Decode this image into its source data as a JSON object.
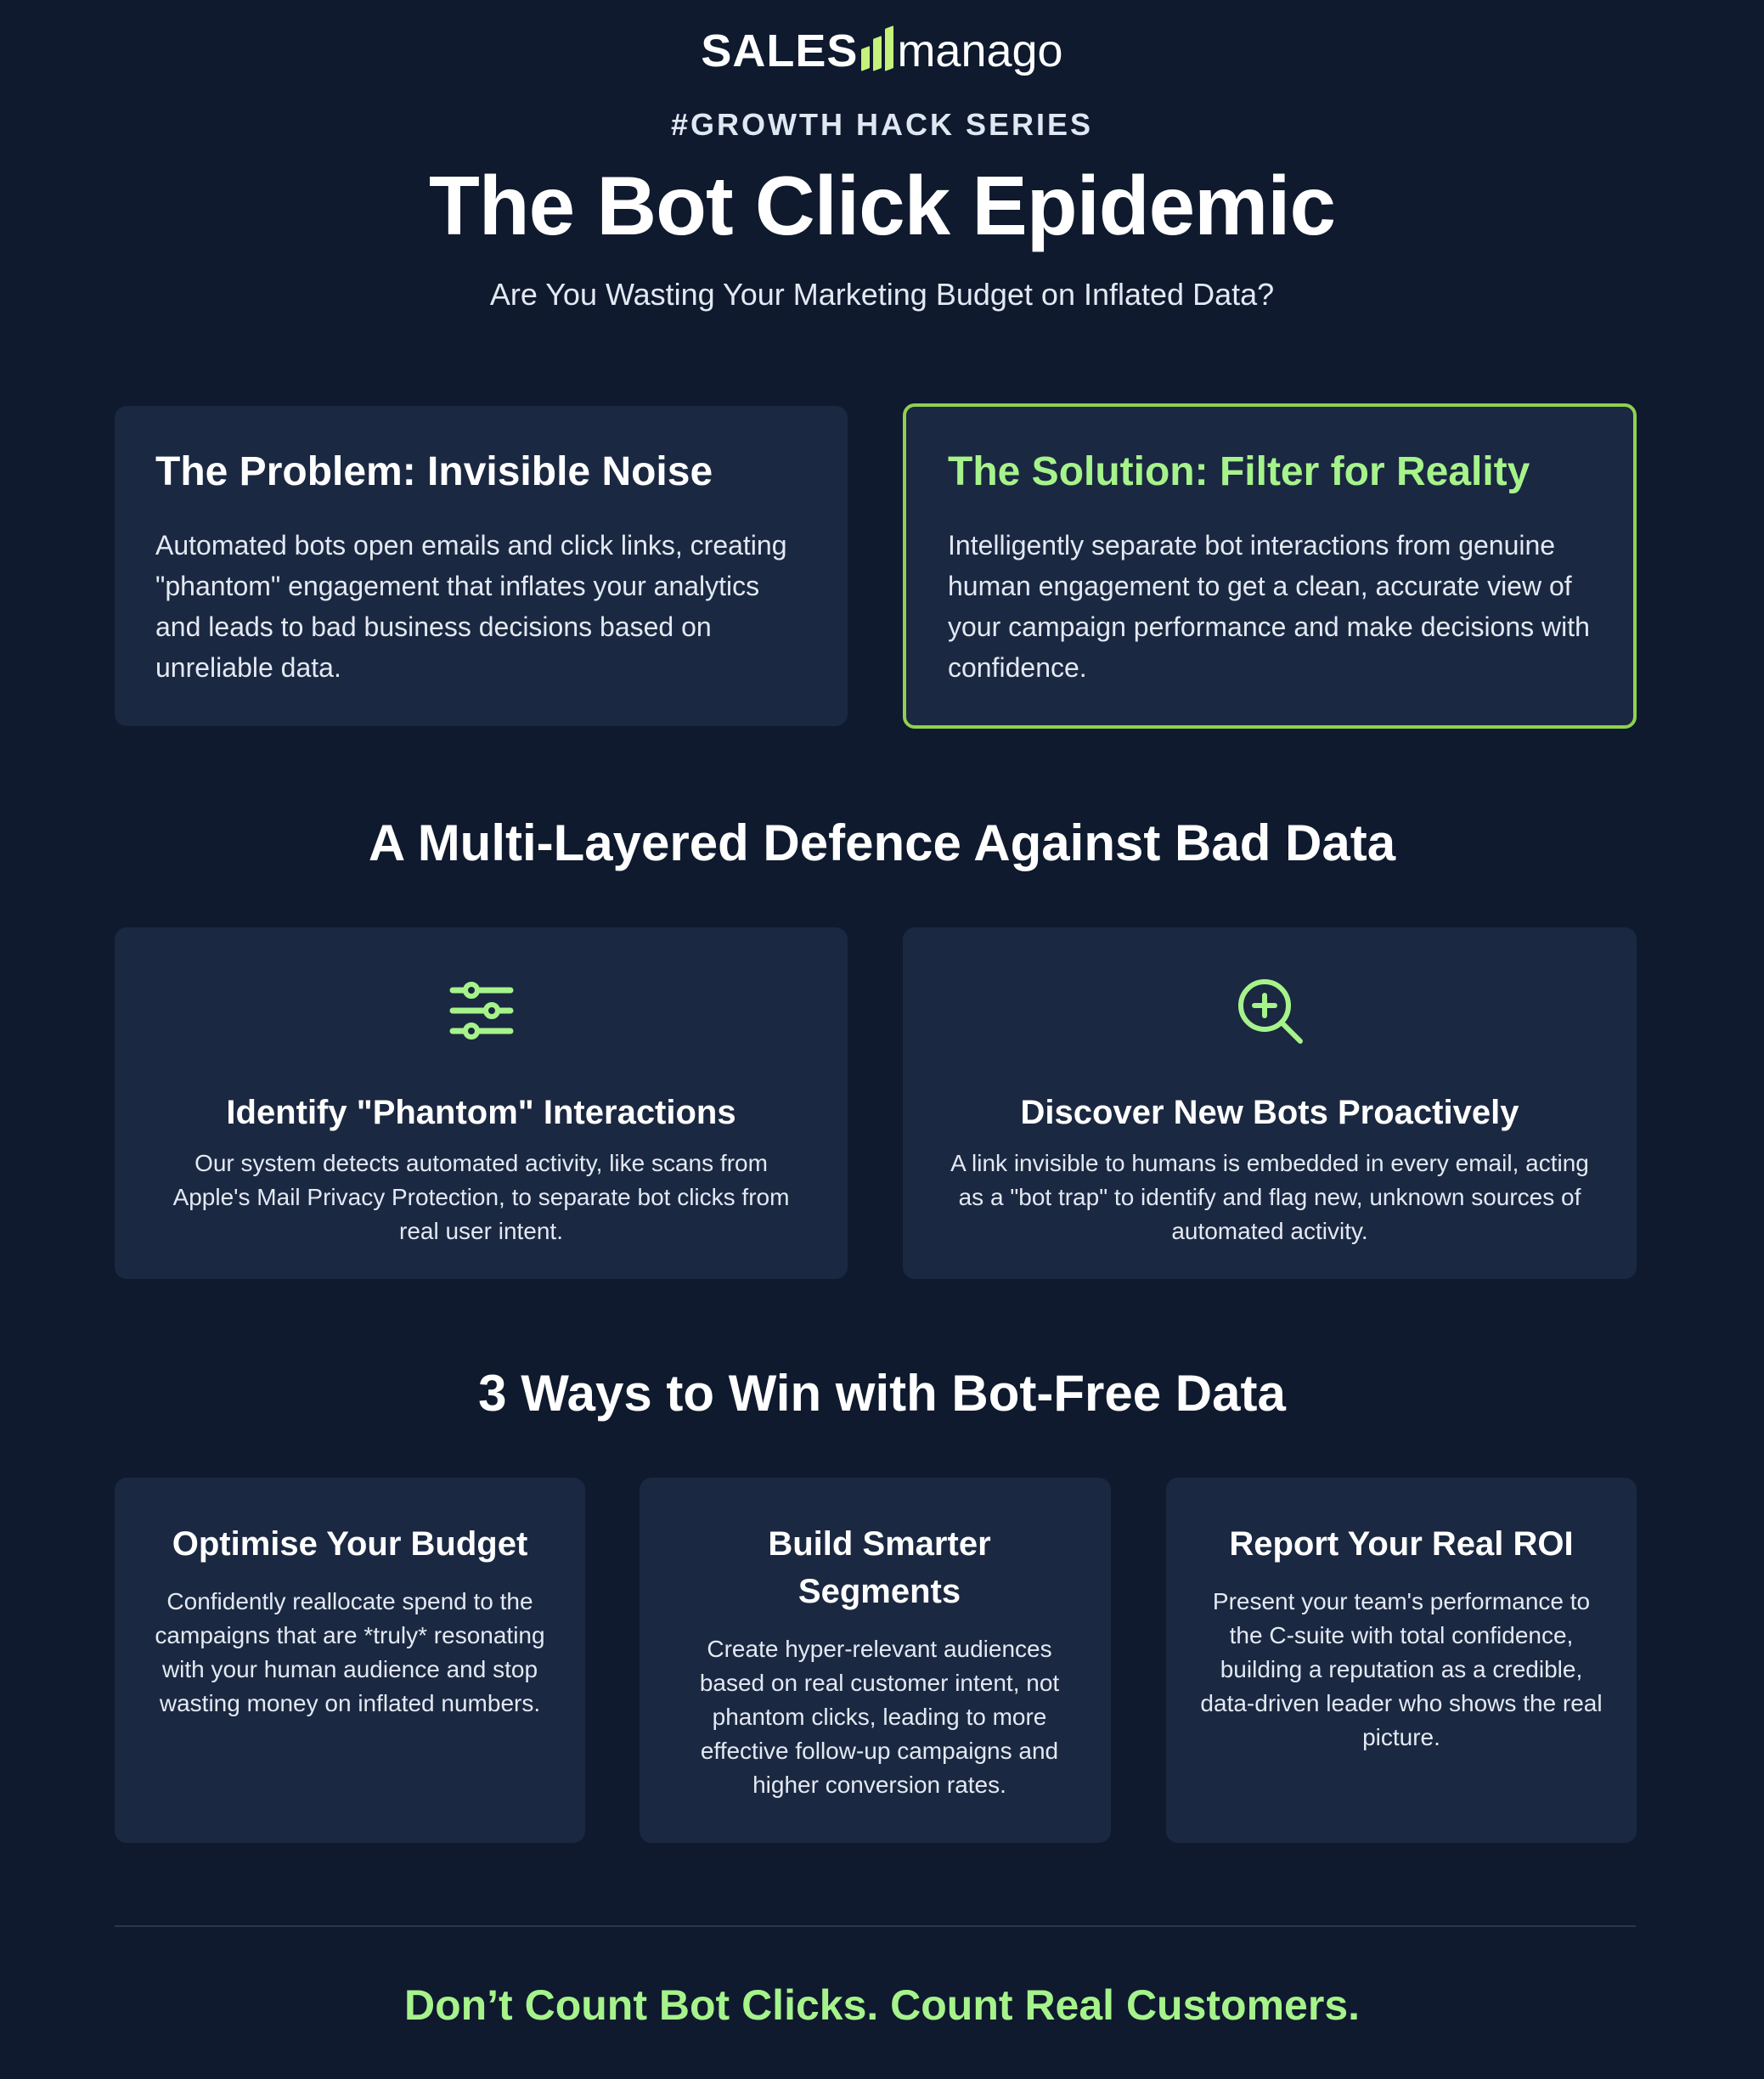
{
  "brand": {
    "logo_left": "SALES",
    "logo_right": "manago",
    "logo_bar_color": "#c5f27a"
  },
  "header": {
    "kicker": "#GROWTH HACK SERIES",
    "title": "The Bot Click Epidemic",
    "subtitle": "Are You Wasting Your Marketing Budget on Inflated Data?"
  },
  "intro_cards": [
    {
      "title": "The Problem: Invisible Noise",
      "body": "Automated bots open emails and click links, creating \"phantom\" engagement that inflates your analytics and leads to bad business decisions based on unreliable data.",
      "highlighted": false
    },
    {
      "title": "The Solution: Filter for Reality",
      "body": "Intelligently separate bot interactions from genuine human engagement to get a clean, accurate view of your campaign performance and make decisions with confidence.",
      "highlighted": true
    }
  ],
  "defence_section": {
    "heading": "A Multi-Layered Defence Against Bad Data",
    "features": [
      {
        "icon": "sliders-icon",
        "title": "Identify \"Phantom\" Interactions",
        "body": "Our system detects automated activity, like scans from Apple's Mail Privacy Protection, to separate bot clicks from real user intent."
      },
      {
        "icon": "zoom-in-icon",
        "title": "Discover New Bots Proactively",
        "body": "A link invisible to humans is embedded in every email, acting as a \"bot trap\" to identify and flag new, unknown sources of automated activity."
      }
    ]
  },
  "ways_section": {
    "heading": "3 Ways to Win with Bot-Free Data",
    "items": [
      {
        "title": "Optimise Your Budget",
        "body": "Confidently reallocate spend to the campaigns that are *truly* resonating with your human audience and stop wasting money on inflated numbers."
      },
      {
        "title": "Build Smarter Segments",
        "body": "Create hyper-relevant audiences based on real customer intent, not phantom clicks, leading to more effective follow-up campaigns and higher conversion rates."
      },
      {
        "title": "Report Your Real ROI",
        "body": "Present your team's performance to the C-suite with total confidence, building a reputation as a credible, data-driven leader who shows the real picture."
      }
    ]
  },
  "footer": {
    "tagline": "Don’t Count Bot Clicks. Count Real Customers."
  },
  "colors": {
    "background": "#0f1a2e",
    "card": "#1b2841",
    "accent_green": "#a6f38b",
    "highlight_border": "#8fd14f",
    "divider": "#2a374d"
  }
}
